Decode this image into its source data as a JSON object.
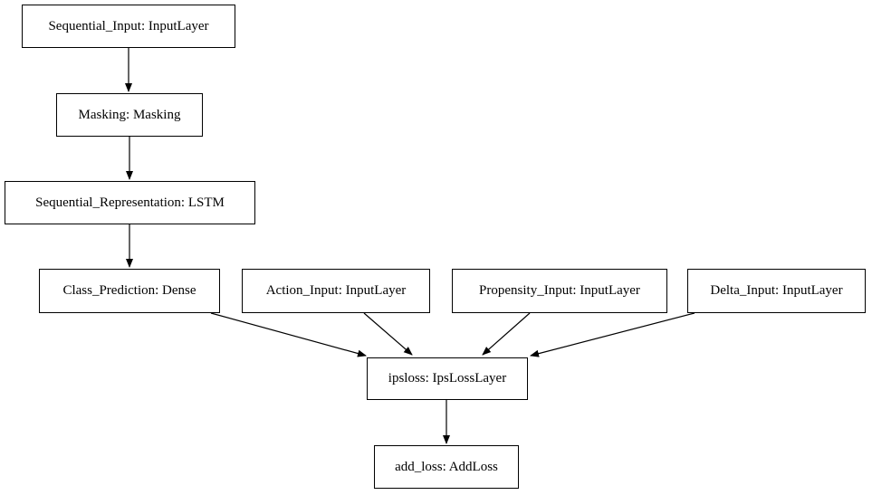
{
  "diagram": {
    "type": "model-graph",
    "nodes": [
      {
        "id": "Sequential_Input",
        "label": "Sequential_Input: InputLayer"
      },
      {
        "id": "Masking",
        "label": "Masking: Masking"
      },
      {
        "id": "Sequential_Representation",
        "label": "Sequential_Representation: LSTM"
      },
      {
        "id": "Class_Prediction",
        "label": "Class_Prediction: Dense"
      },
      {
        "id": "Action_Input",
        "label": "Action_Input: InputLayer"
      },
      {
        "id": "Propensity_Input",
        "label": "Propensity_Input: InputLayer"
      },
      {
        "id": "Delta_Input",
        "label": "Delta_Input: InputLayer"
      },
      {
        "id": "ipsloss",
        "label": "ipsloss: IpsLossLayer"
      },
      {
        "id": "add_loss",
        "label": "add_loss: AddLoss"
      }
    ],
    "edges": [
      {
        "from": "Sequential_Input",
        "to": "Masking"
      },
      {
        "from": "Masking",
        "to": "Sequential_Representation"
      },
      {
        "from": "Sequential_Representation",
        "to": "Class_Prediction"
      },
      {
        "from": "Class_Prediction",
        "to": "ipsloss"
      },
      {
        "from": "Action_Input",
        "to": "ipsloss"
      },
      {
        "from": "Propensity_Input",
        "to": "ipsloss"
      },
      {
        "from": "Delta_Input",
        "to": "ipsloss"
      },
      {
        "from": "ipsloss",
        "to": "add_loss"
      }
    ],
    "colors": {
      "node_border": "#000000",
      "node_fill": "#ffffff",
      "edge": "#000000",
      "background": "#ffffff"
    }
  }
}
